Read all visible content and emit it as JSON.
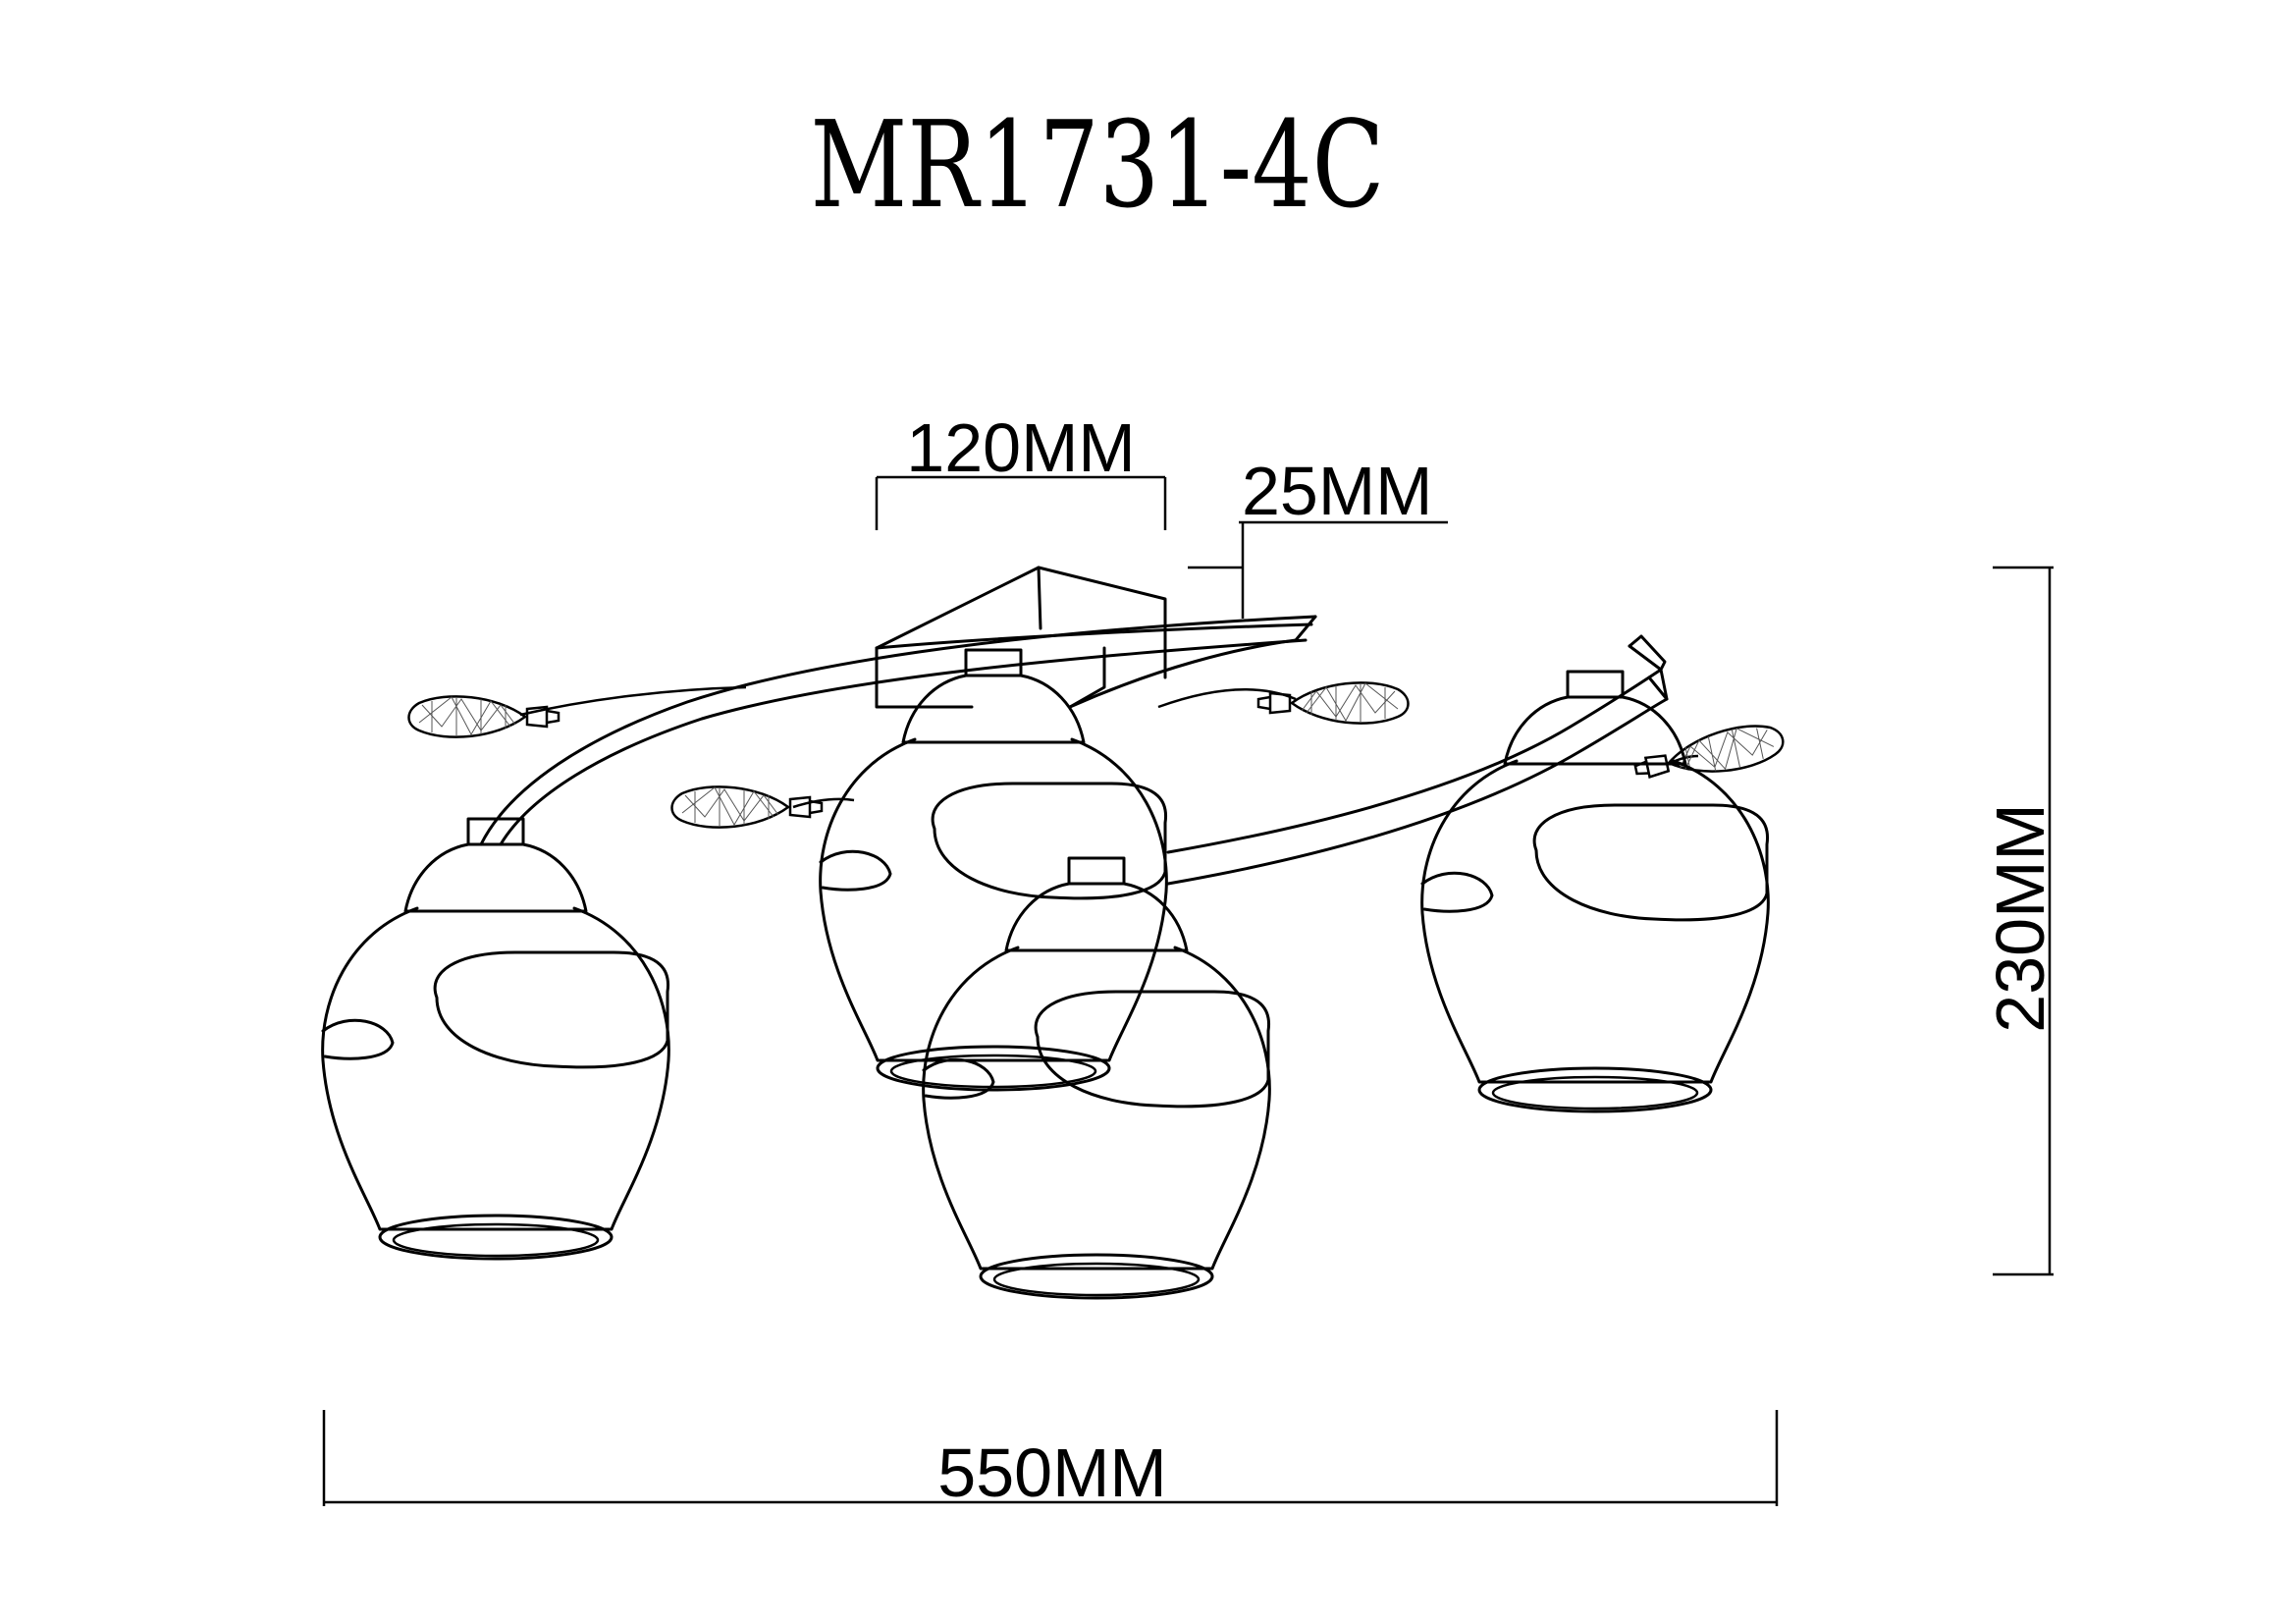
{
  "title": "MR1731-4C",
  "dimensions": {
    "base_width": "120MM",
    "base_height": "25MM",
    "total_height": "230MM",
    "total_width": "550MM"
  },
  "line_color": "#000000",
  "background_color": "#ffffff"
}
